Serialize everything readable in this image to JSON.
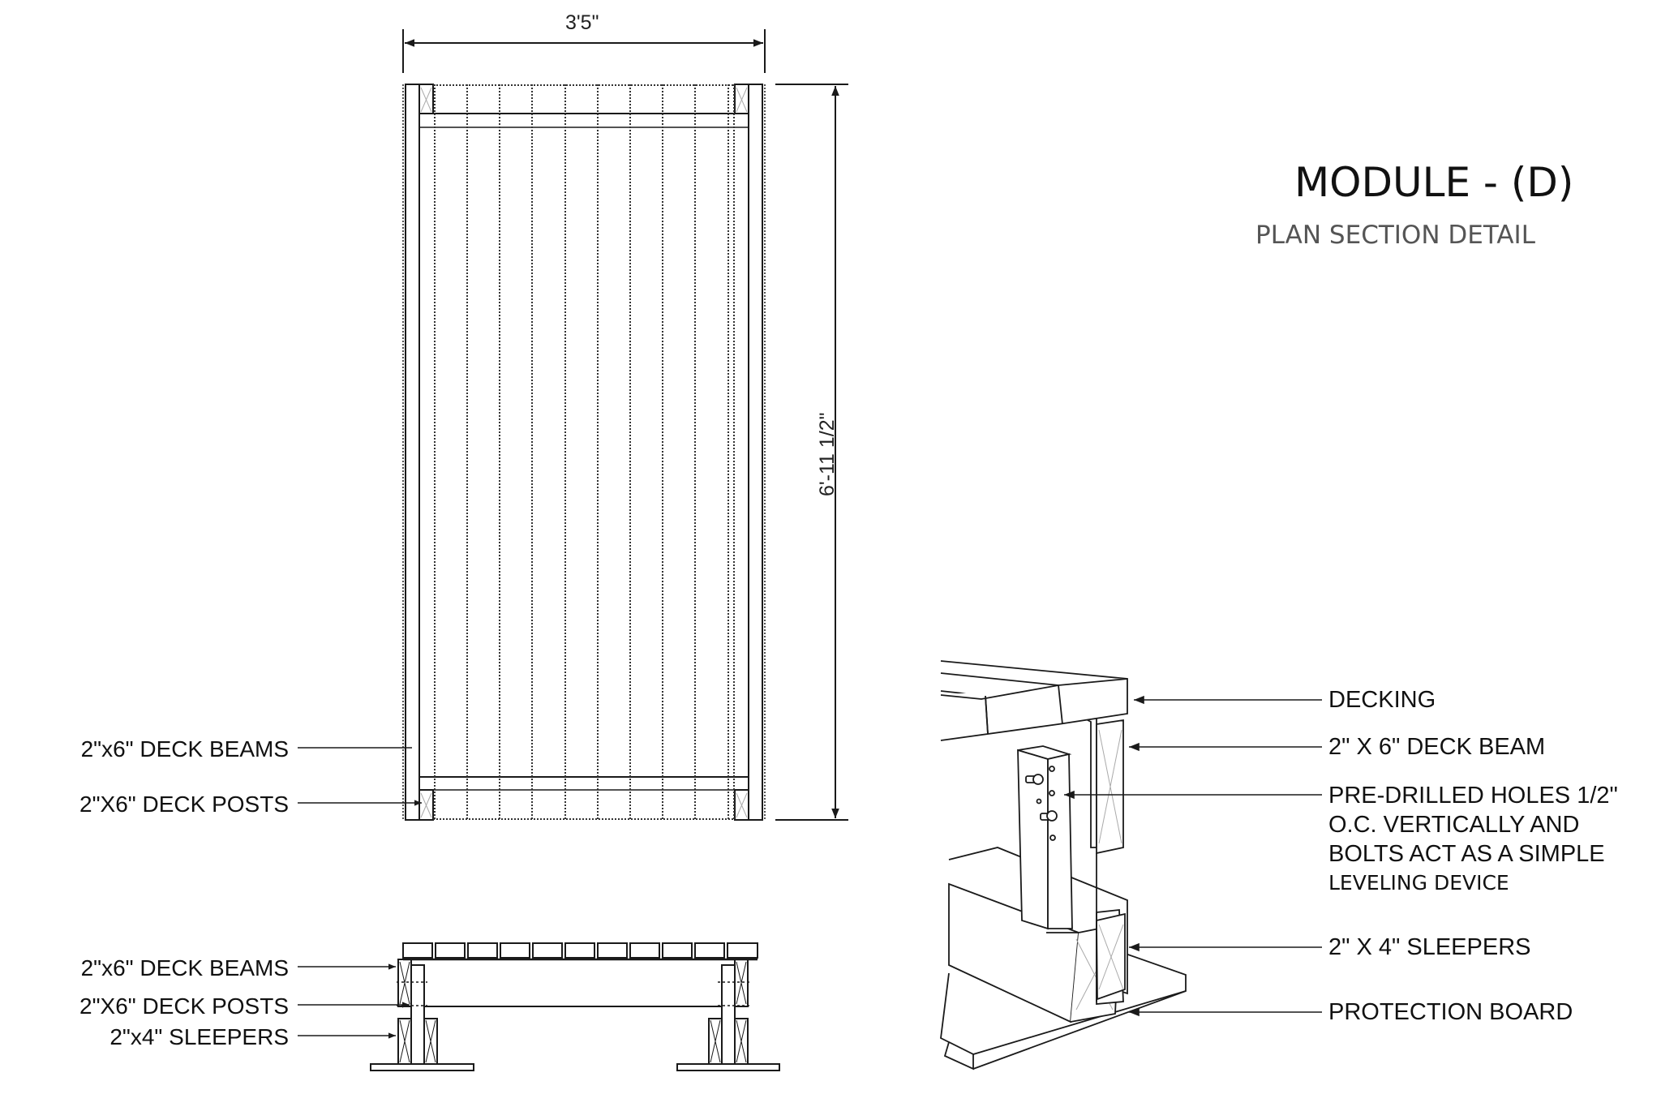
{
  "title": {
    "main": "MODULE - (D)",
    "sub": "PLAN SECTION DETAIL"
  },
  "plan": {
    "width_dimension": "3'5\"",
    "height_dimension": "6'-11 1/2\"",
    "labels": {
      "deck_beams": "2\"x6\" DECK BEAMS",
      "deck_posts": "2\"X6\" DECK POSTS"
    },
    "decking_boards_count": 11
  },
  "elevation": {
    "labels": {
      "deck_beams": "2\"x6\" DECK BEAMS",
      "deck_posts": "2\"X6\" DECK POSTS",
      "sleepers": "2\"x4\" SLEEPERS"
    },
    "decking_boards_count": 11
  },
  "isometric": {
    "callouts": [
      {
        "id": "decking",
        "text": "DECKING"
      },
      {
        "id": "deck-beam",
        "text": "2\" X 6\" DECK BEAM"
      },
      {
        "id": "pre-drilled-holes",
        "lines": [
          "PRE-DRILLED HOLES 1/2\"",
          "O.C. VERTICALLY AND",
          "BOLTS ACT AS A SIMPLE"
        ],
        "last_line": "LEVELING DEVICE"
      },
      {
        "id": "sleepers",
        "text": "2\" X 4\" SLEEPERS"
      },
      {
        "id": "protection-board",
        "text": "PROTECTION BOARD"
      }
    ]
  },
  "colors": {
    "line": "#1a1a1a",
    "light_line": "#9a9a9a",
    "subtitle": "#555555"
  }
}
